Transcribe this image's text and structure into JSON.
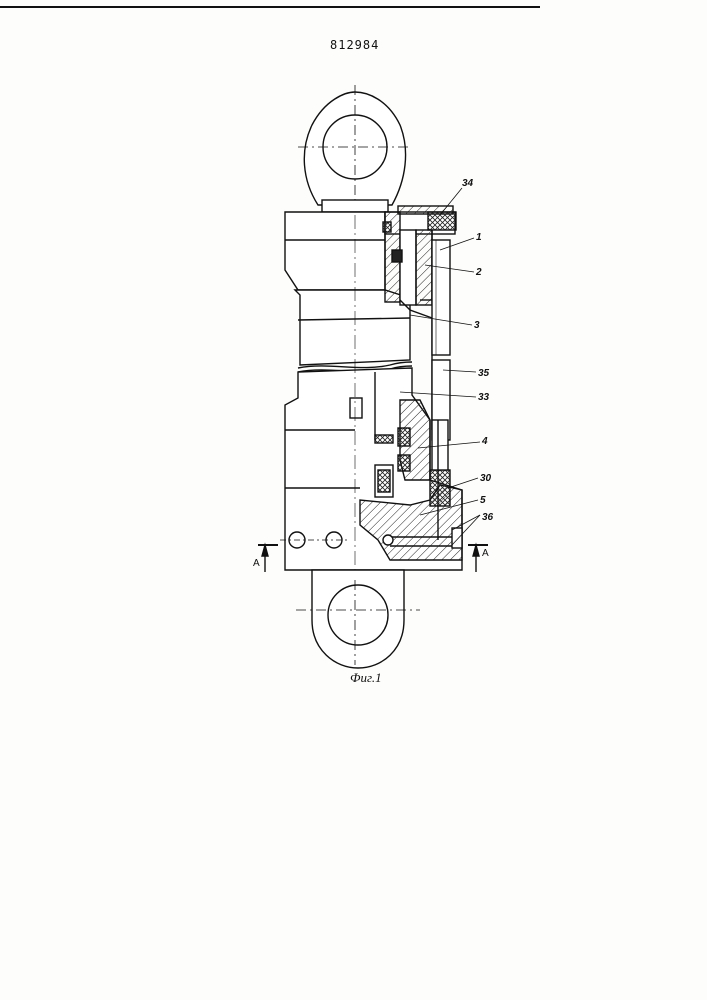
{
  "document": {
    "patent_number": "812984",
    "figure_caption": "Фиг.1"
  },
  "labels": {
    "ref_34": "34",
    "ref_1": "1",
    "ref_2": "2",
    "ref_3": "3",
    "ref_35": "35",
    "ref_33": "33",
    "ref_4": "4",
    "ref_30": "30",
    "ref_5": "5",
    "ref_36": "36",
    "section_left": "A",
    "section_right": "A"
  }
}
